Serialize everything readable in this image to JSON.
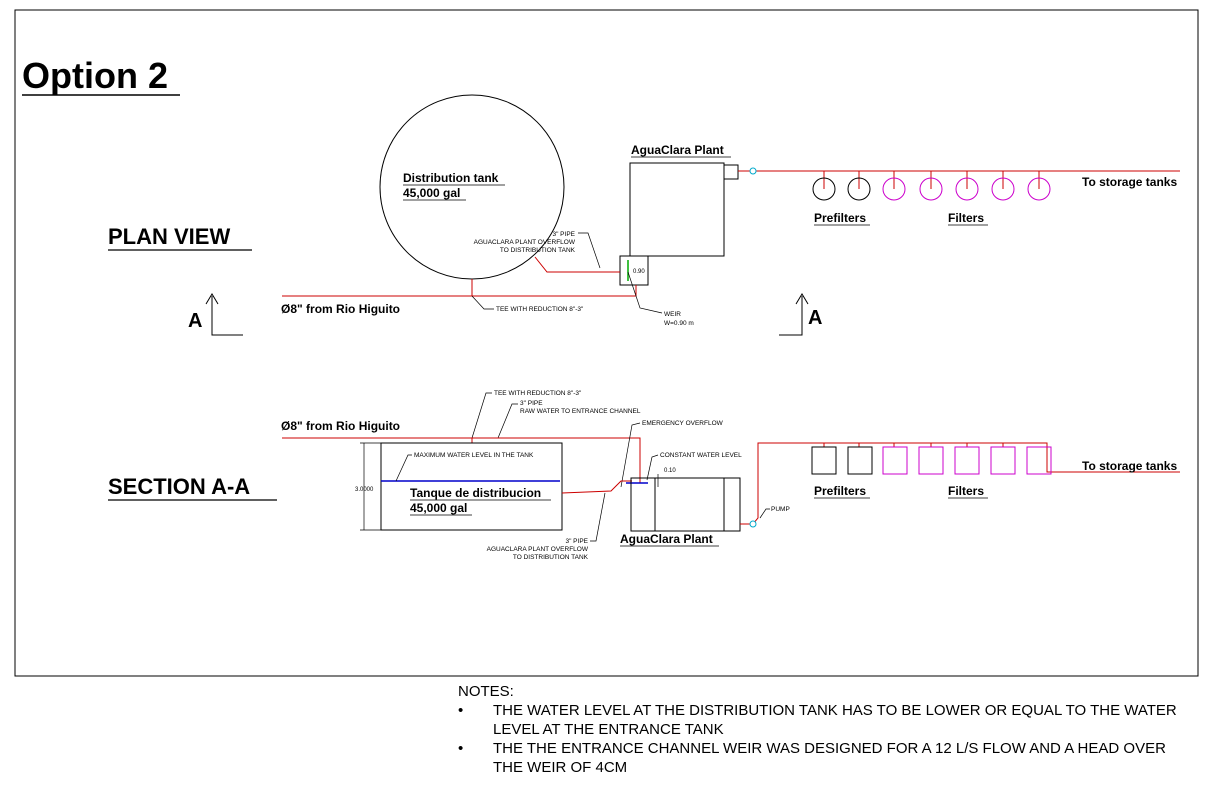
{
  "title": "Option 2",
  "views": {
    "plan_view": "PLAN VIEW",
    "section_view": "SECTION A-A",
    "section_marker": "A"
  },
  "plan": {
    "tank_name": "Distribution tank",
    "tank_volume": "45,000 gal",
    "plant_label": "AguaClara Plant",
    "supply_label": "Ø8\" from Rio Higuito",
    "overflow_pipe": [
      "3\" PIPE",
      "AGUACLARA PLANT OVERFLOW",
      "TO DISTRIBUTION TANK"
    ],
    "tee_label": "TEE WITH REDUCTION 8\"-3\"",
    "weir_label": [
      "WEIR",
      "W=0.90 m"
    ],
    "weir_dim": "0.90",
    "prefilters_label": "Prefilters",
    "filters_label": "Filters",
    "outlet_label": "To storage tanks"
  },
  "section": {
    "tee_label": "TEE WITH REDUCTION 8\"-3\"",
    "raw_pipe": [
      "3\" PIPE",
      "RAW WATER TO ENTRANCE CHANNEL"
    ],
    "emergency_overflow": "EMERGENCY OVERFLOW",
    "constant_level": "CONSTANT WATER LEVEL",
    "level_dim": "0.10",
    "supply_label": "Ø8\" from Rio Higuito",
    "max_level": "MAXIMUM WATER LEVEL IN THE TANK",
    "height_dim": "3.0000",
    "tank_name": "Tanque de distribucion",
    "tank_volume": "45,000 gal",
    "overflow_pipe": [
      "3\" PIPE",
      "AGUACLARA PLANT OVERFLOW",
      "TO DISTRIBUTION TANK"
    ],
    "plant_label": "AguaClara Plant",
    "pump_label": "PUMP",
    "prefilters_label": "Prefilters",
    "filters_label": "Filters",
    "outlet_label": "To storage tanks"
  },
  "notes": {
    "header": "NOTES:",
    "bullet": "•",
    "items": [
      "THE WATER LEVEL AT THE DISTRIBUTION TANK HAS TO BE LOWER OR EQUAL TO THE WATER LEVEL AT THE ENTRANCE TANK",
      "THE THE ENTRANCE CHANNEL WEIR WAS DESIGNED FOR A 12 L/S FLOW AND A HEAD OVER THE WEIR OF 4CM"
    ]
  },
  "colors": {
    "pipe": "#cc0000",
    "filter": "#cc00cc",
    "water_level": "#0000cc",
    "weir": "#00aa00",
    "fitting": "#00aacc",
    "line": "#000000"
  }
}
